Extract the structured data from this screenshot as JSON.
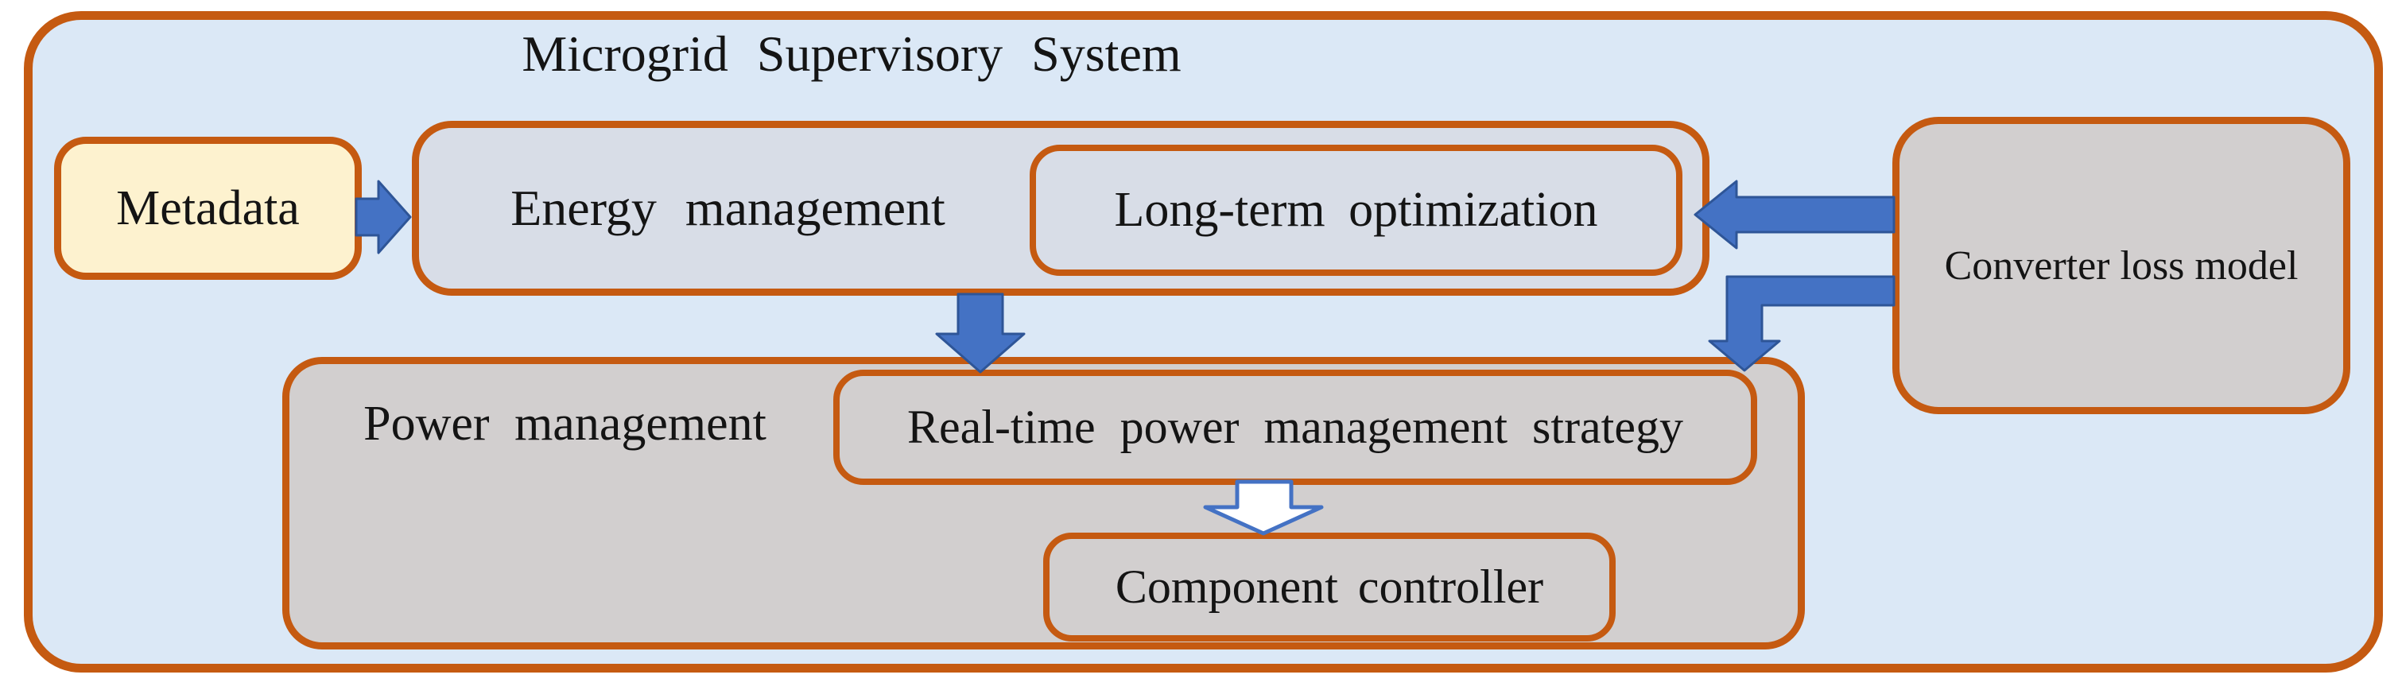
{
  "diagram": {
    "title": "Microgrid Supervisory System",
    "boxes": {
      "metadata": {
        "label": "Metadata"
      },
      "energy": {
        "label": "Energy management"
      },
      "long_term": {
        "label": "Long-term optimization"
      },
      "converter": {
        "label": "Converter loss model"
      },
      "power": {
        "label": "Power management"
      },
      "real_time": {
        "label": "Real-time power management strategy"
      },
      "component": {
        "label": "Component controller"
      }
    },
    "connections": [
      {
        "from": "Metadata",
        "to": "Energy management",
        "style": "solid-right-arrow"
      },
      {
        "from": "Converter loss model",
        "to": "Long-term optimization",
        "style": "solid-left-arrow"
      },
      {
        "from": "Energy management",
        "to": "Power management",
        "style": "solid-down-arrow"
      },
      {
        "from": "Converter loss model",
        "to": "Real-time power management strategy",
        "style": "solid-elbow-down-arrow"
      },
      {
        "from": "Real-time power management strategy",
        "to": "Component controller",
        "style": "hollow-down-arrow"
      }
    ],
    "colors": {
      "border_orange": "#C55A11",
      "arrow_blue": "#4472C4",
      "arrow_blue_dark": "#2E5597",
      "outer_fill": "#DBE8F6",
      "panel_blue": "#D8DDE7",
      "panel_gray": "#D2CFCF",
      "metadata_fill": "#FDF2CF",
      "hollow_fill": "#FFFFFF",
      "text": "#141414"
    }
  }
}
